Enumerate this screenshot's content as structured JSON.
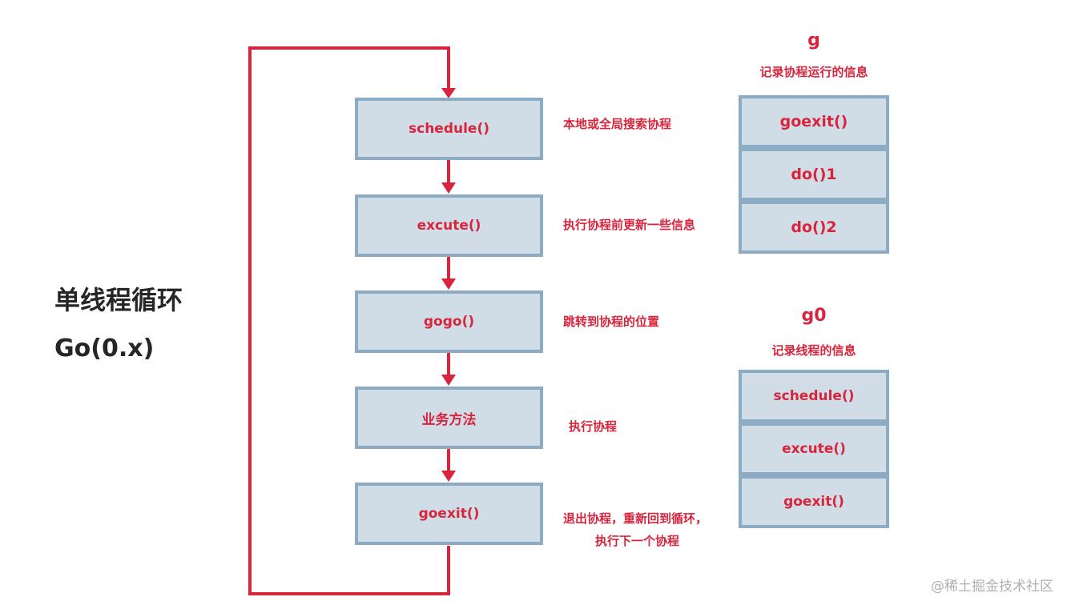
{
  "heading": {
    "title": "单线程循环",
    "subtitle": "Go(0.x)"
  },
  "flow": [
    {
      "label": "schedule()",
      "note": "本地或全局搜索协程"
    },
    {
      "label": "excute()",
      "note": "执行协程前更新一些信息"
    },
    {
      "label": "gogo()",
      "note": "跳转到协程的位置"
    },
    {
      "label": "业务方法",
      "note": "执行协程"
    },
    {
      "label": "goexit()",
      "note_line1": "退出协程，重新回到循环，",
      "note_line2": "执行下一个协程"
    }
  ],
  "g_stack": {
    "title": "g",
    "caption": "记录协程运行的信息",
    "frames": [
      "goexit()",
      "do()1",
      "do()2"
    ]
  },
  "g0_stack": {
    "title": "g0",
    "caption": "记录线程的信息",
    "frames": [
      "schedule()",
      "excute()",
      "goexit()"
    ]
  },
  "watermark": "@稀土掘金技术社区",
  "colors": {
    "accent": "#d8253e",
    "box_fill": "#d0dce6",
    "box_border": "#8eabc4"
  }
}
